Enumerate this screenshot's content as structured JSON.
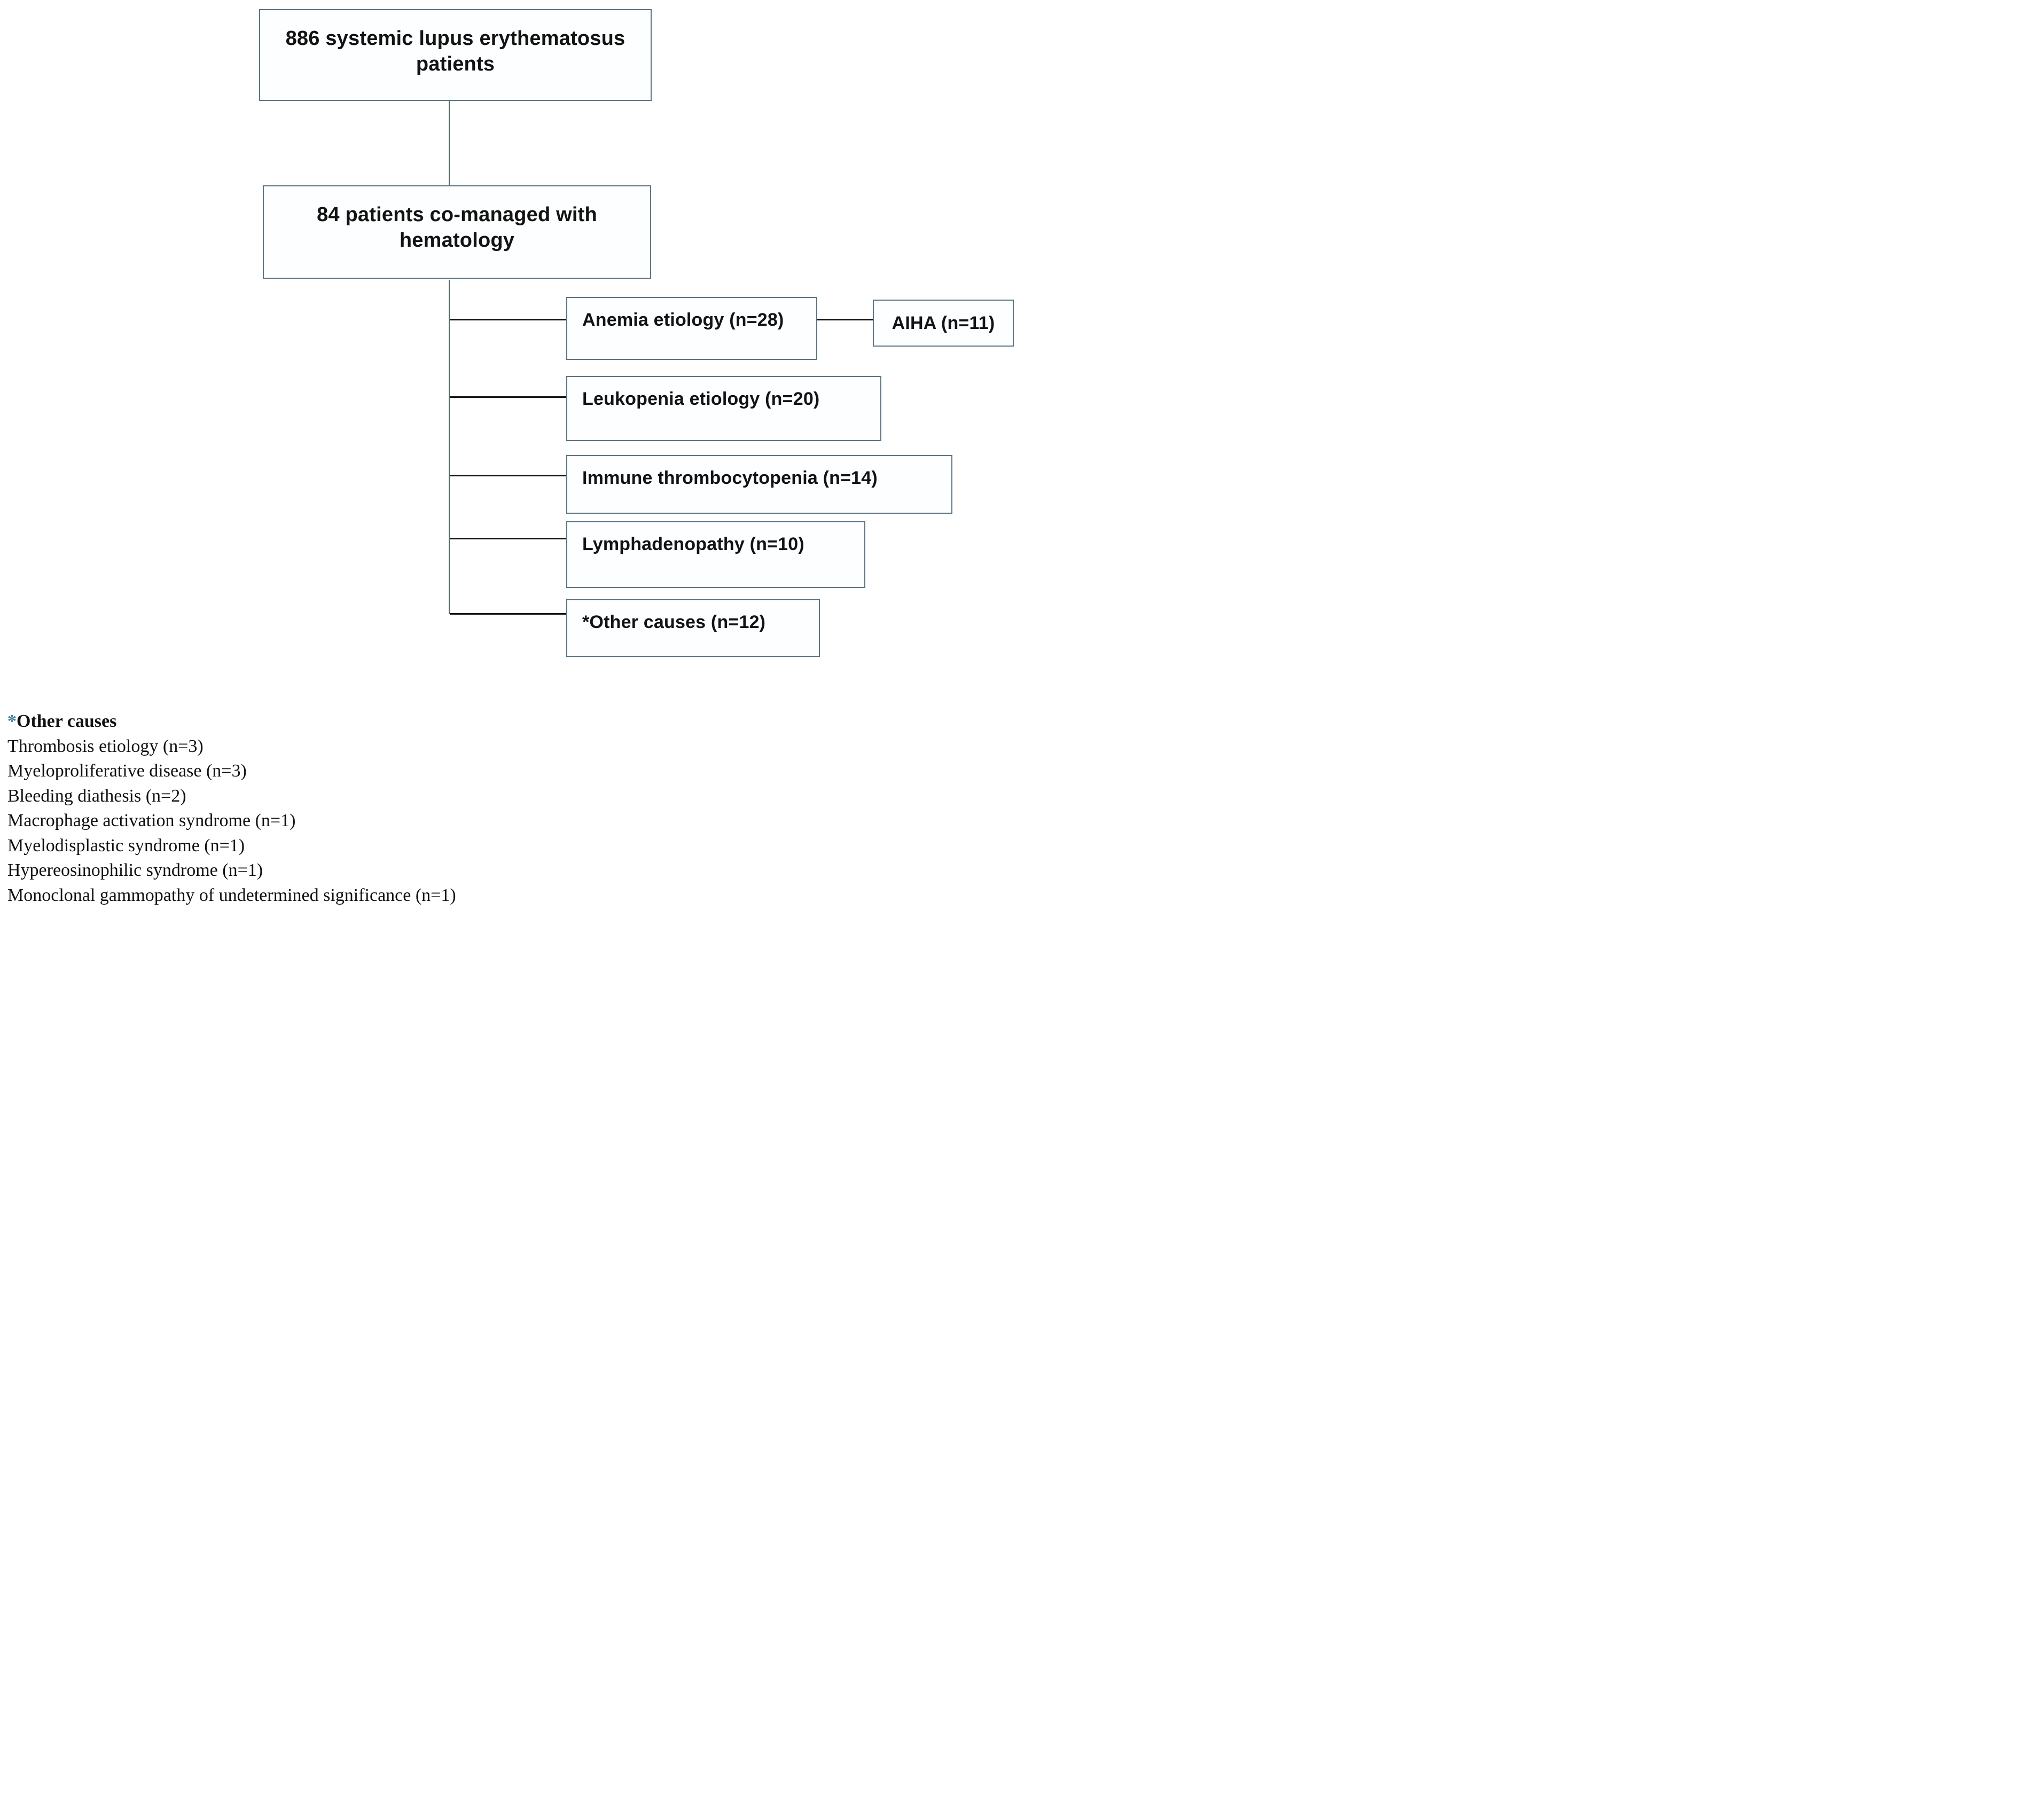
{
  "diagram": {
    "nodes": {
      "total": {
        "label": "886 systemic lupus erythematosus patients"
      },
      "comanaged": {
        "label": "84 patients co-managed with hematology"
      },
      "anemia": {
        "label": "Anemia etiology (n=28)"
      },
      "aiha": {
        "label": "AIHA (n=11)"
      },
      "leukopenia": {
        "label": "Leukopenia etiology (n=20)"
      },
      "immune_tp": {
        "label": "Immune thrombocytopenia (n=14)"
      },
      "lymphadenopathy": {
        "label": "Lymphadenopathy (n=10)"
      },
      "other": {
        "label": "*Other causes (n=12)"
      }
    },
    "footnote": {
      "heading_asterisk": "*",
      "heading": "Other causes",
      "items": [
        "Thrombosis etiology (n=3)",
        "Myeloproliferative disease (n=3)",
        "Bleeding diathesis (n=2)",
        "Macrophage activation syndrome (n=1)",
        "Myelodisplastic syndrome (n=1)",
        "Hypereosinophilic syndrome (n=1)",
        "Monoclonal gammopathy of undetermined significance (n=1)"
      ]
    },
    "colors": {
      "box_border": "#5c7582",
      "connector": "#56676d",
      "branch": "#161616",
      "footnote_asterisk": "#3a7a99"
    }
  }
}
